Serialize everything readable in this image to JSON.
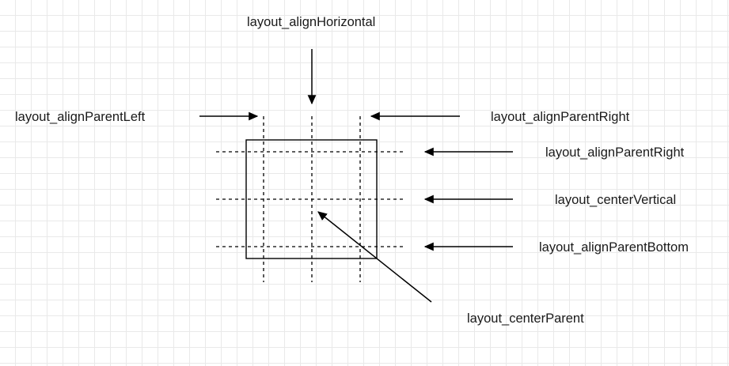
{
  "labels": {
    "align_horizontal": "layout_alignHorizontal",
    "align_parent_left": "layout_alignParentLeft",
    "align_parent_right_top": "layout_alignParentRight",
    "align_parent_right_mid": "layout_alignParentRight",
    "center_vertical": "layout_centerVertical",
    "align_parent_bottom": "layout_alignParentBottom",
    "center_parent": "layout_centerParent"
  },
  "colors": {
    "stroke": "#000000",
    "grid": "#e9e9e9",
    "text": "#1a1a1a"
  }
}
